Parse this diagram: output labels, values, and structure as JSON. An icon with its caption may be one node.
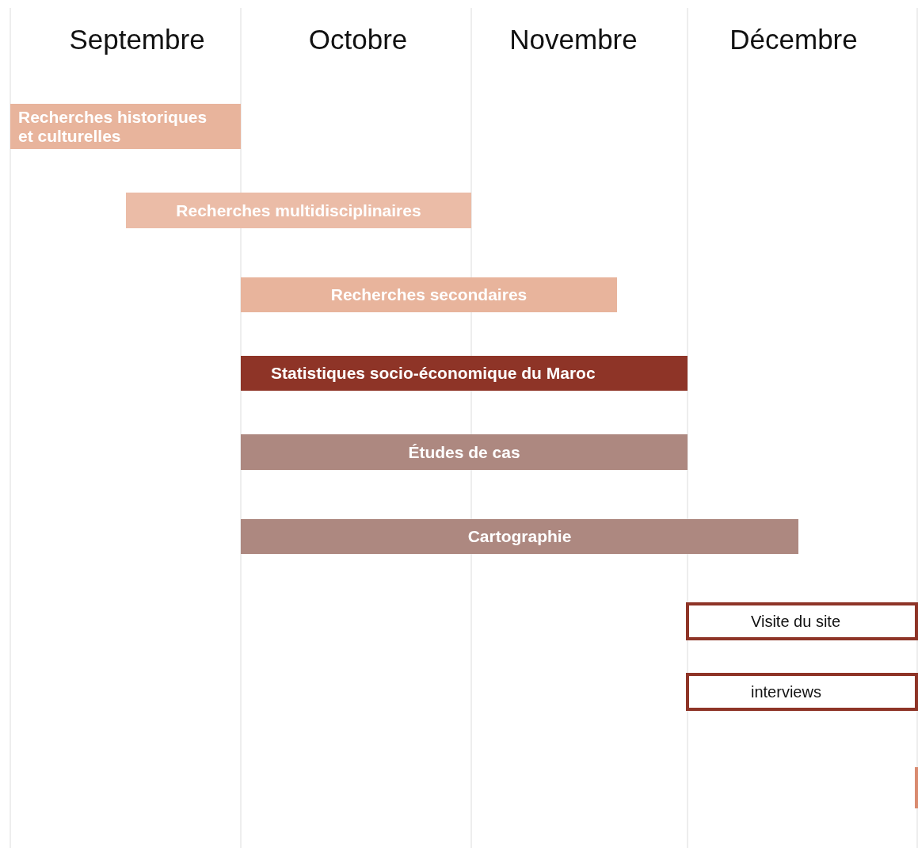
{
  "diagram": {
    "nodes": [
      {
        "text": [
          "Recherches historiques et culturelles"
        ]
      },
      {
        "text": [
          "Recherches multidisciplinaires"
        ]
      },
      {
        "text": [
          "Recherches secondaires"
        ]
      },
      {
        "text": [
          "Statistiques socio-économique du Maroc"
        ]
      },
      {
        "text": [
          "Études de cas"
        ]
      },
      {
        "text": [
          "Cartographie"
        ]
      },
      {
        "text": [
          "Visite du site"
        ]
      },
      {
        "text": [
          "interviews"
        ]
      },
      {
        "text": [],
        "shape": "bar"
      }
    ],
    "labels": [
      "Septembre",
      "Octobre",
      "Novembre",
      "Décembre"
    ]
  }
}
